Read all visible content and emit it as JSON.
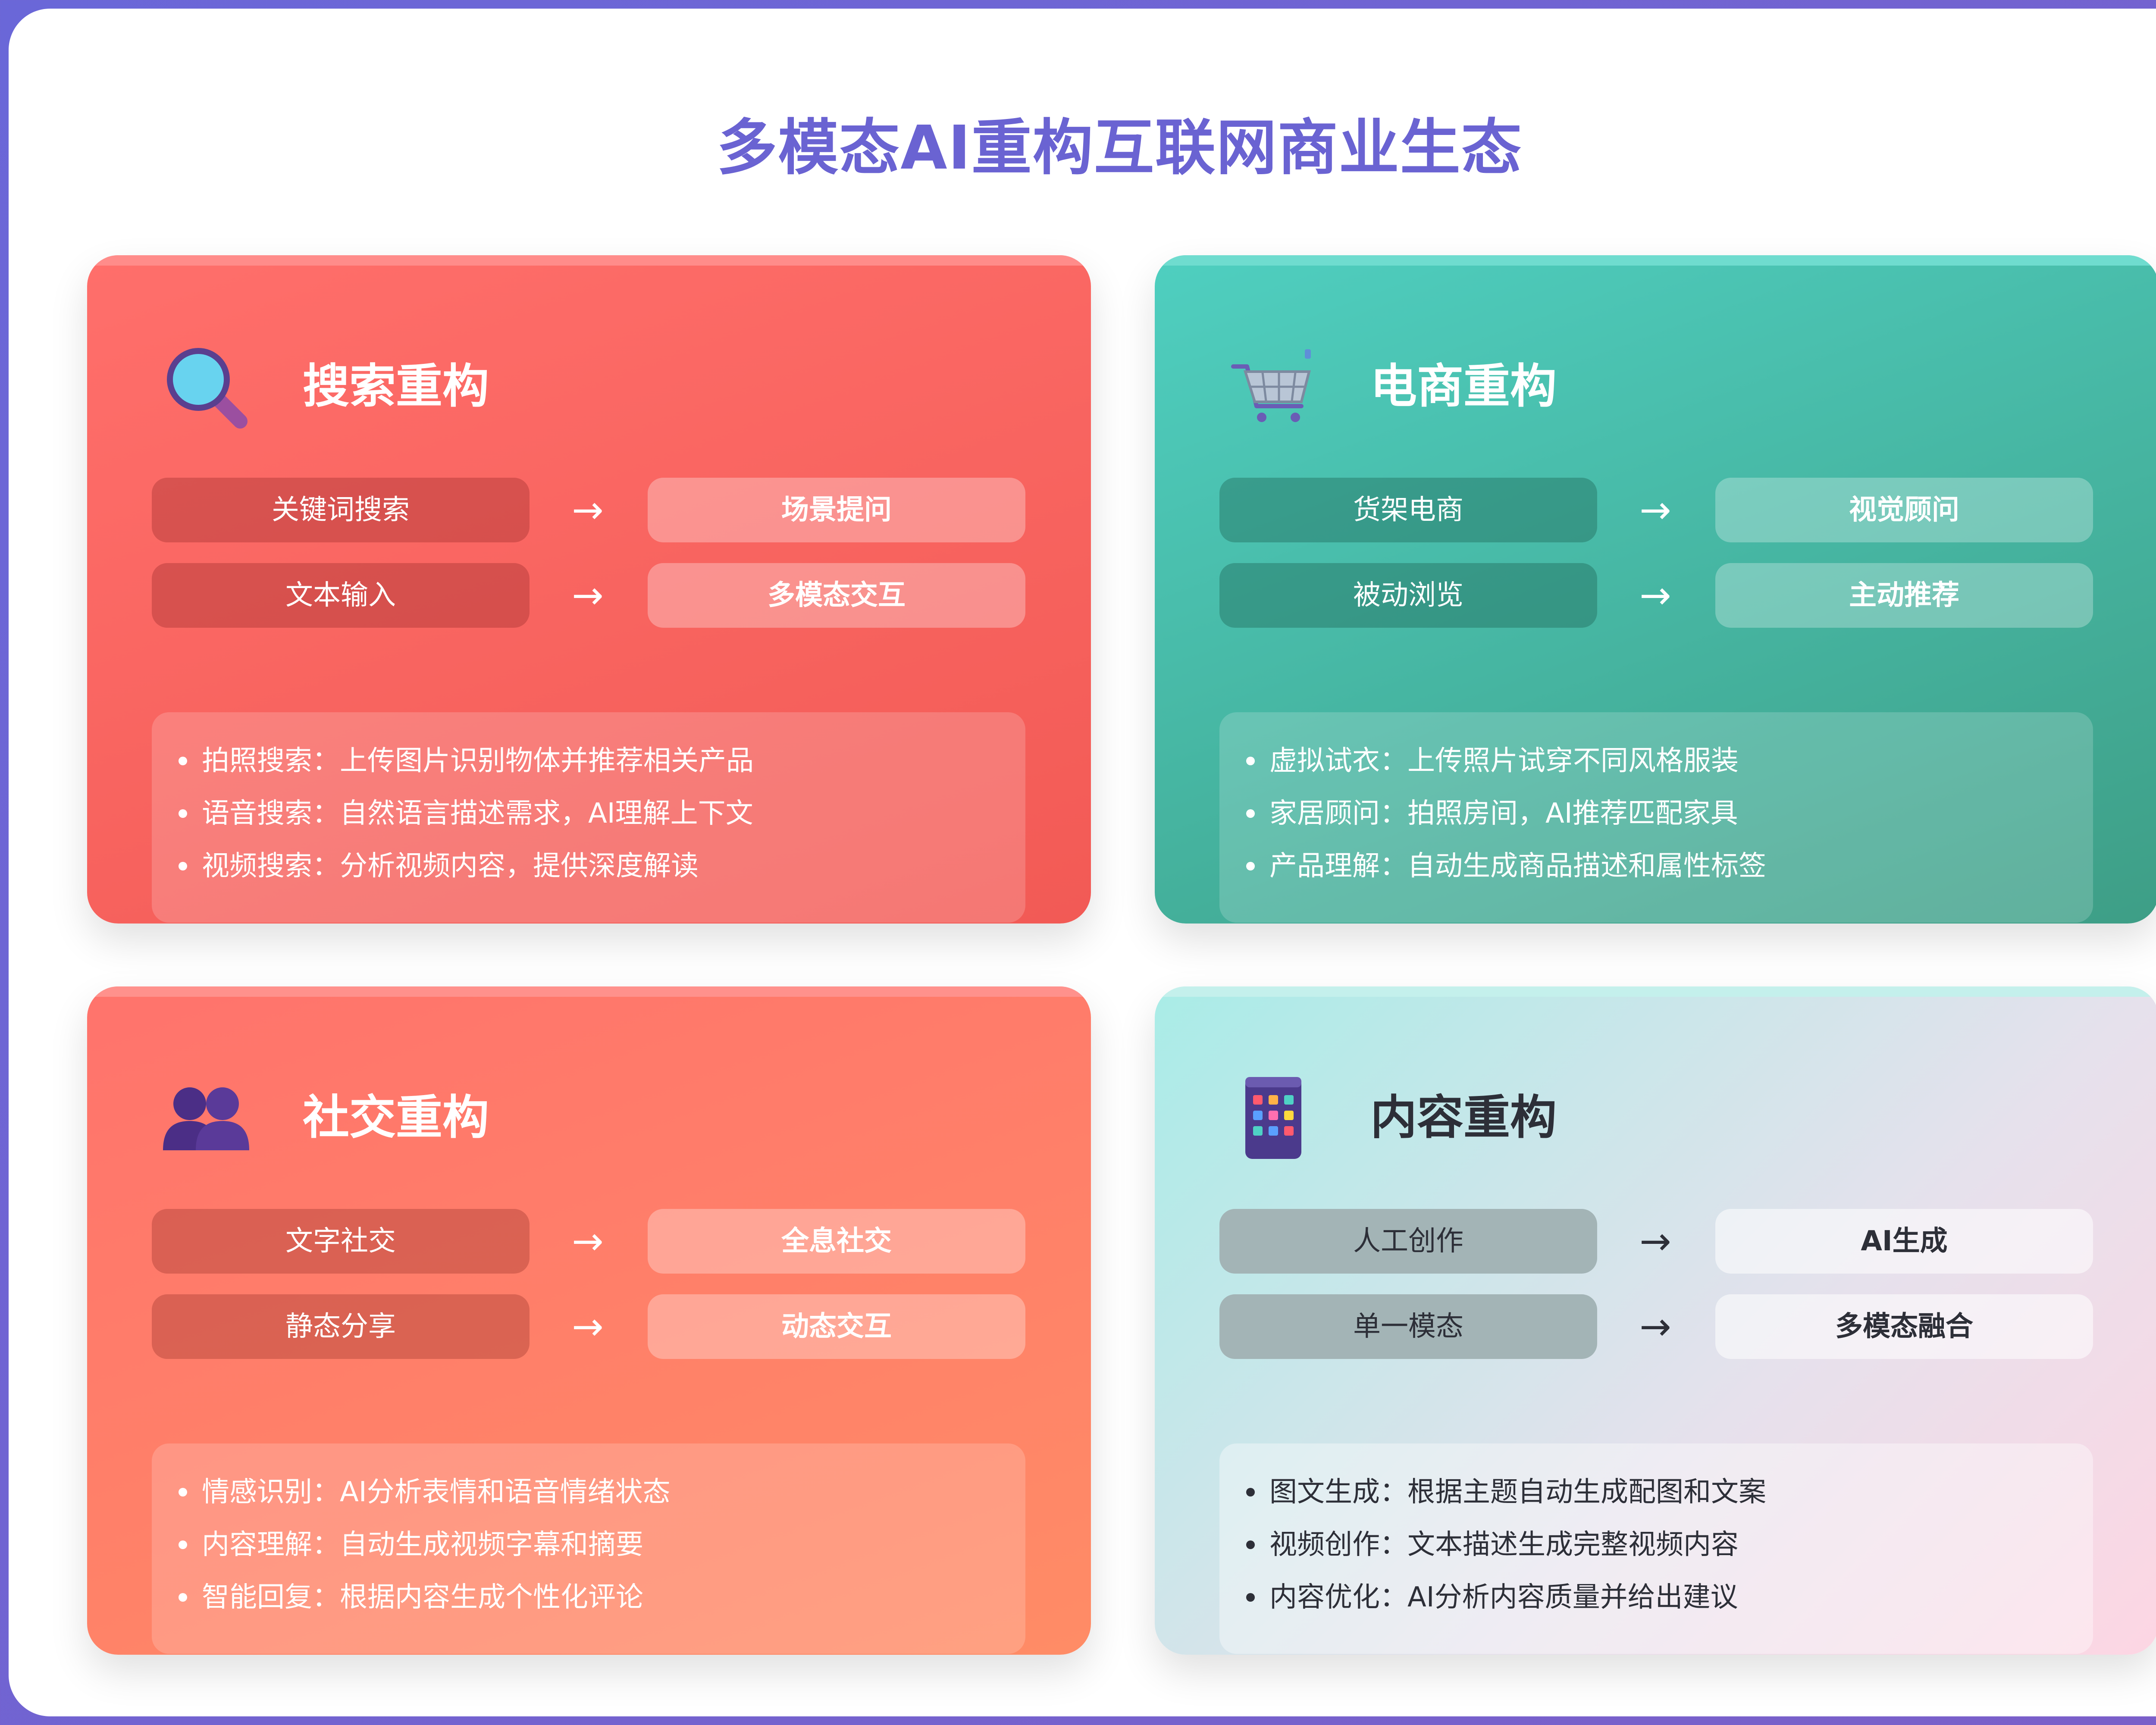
{
  "title": "多模态AI重构互联网商业生态",
  "cards": [
    {
      "icon": "magnifying-glass-icon",
      "title": "搜索重构",
      "rows": [
        {
          "from": "关键词搜索",
          "arrow": "→",
          "to": "场景提问"
        },
        {
          "from": "文本输入",
          "arrow": "→",
          "to": "多模态交互"
        }
      ],
      "notes": [
        "拍照搜索：上传图片识别物体并推荐相关产品",
        "语音搜索：自然语言描述需求，AI理解上下文",
        "视频搜索：分析视频内容，提供深度解读"
      ]
    },
    {
      "icon": "shopping-cart-icon",
      "title": "电商重构",
      "rows": [
        {
          "from": "货架电商",
          "arrow": "→",
          "to": "视觉顾问"
        },
        {
          "from": "被动浏览",
          "arrow": "→",
          "to": "主动推荐"
        }
      ],
      "notes": [
        "虚拟试衣：上传照片试穿不同风格服装",
        "家居顾问：拍照房间，AI推荐匹配家具",
        "产品理解：自动生成商品描述和属性标签"
      ]
    },
    {
      "icon": "people-icon",
      "title": "社交重构",
      "rows": [
        {
          "from": "文字社交",
          "arrow": "→",
          "to": "全息社交"
        },
        {
          "from": "静态分享",
          "arrow": "→",
          "to": "动态交互"
        }
      ],
      "notes": [
        "情感识别：AI分析表情和语音情绪状态",
        "内容理解：自动生成视频字幕和摘要",
        "智能回复：根据内容生成个性化评论"
      ]
    },
    {
      "icon": "app-grid-icon",
      "title": "内容重构",
      "rows": [
        {
          "from": "人工创作",
          "arrow": "→",
          "to": "AI生成"
        },
        {
          "from": "单一模态",
          "arrow": "→",
          "to": "多模态融合"
        }
      ],
      "notes": [
        "图文生成：根据主题自动生成配图和文案",
        "视频创作：文本描述生成完整视频内容",
        "内容优化：AI分析内容质量并给出建议"
      ]
    }
  ],
  "colors": {
    "title": "#6a63d2",
    "search": "#f25a55",
    "ecommerce": "#3e9e86",
    "social": "#ff8c66",
    "content": "#a9ece7"
  }
}
